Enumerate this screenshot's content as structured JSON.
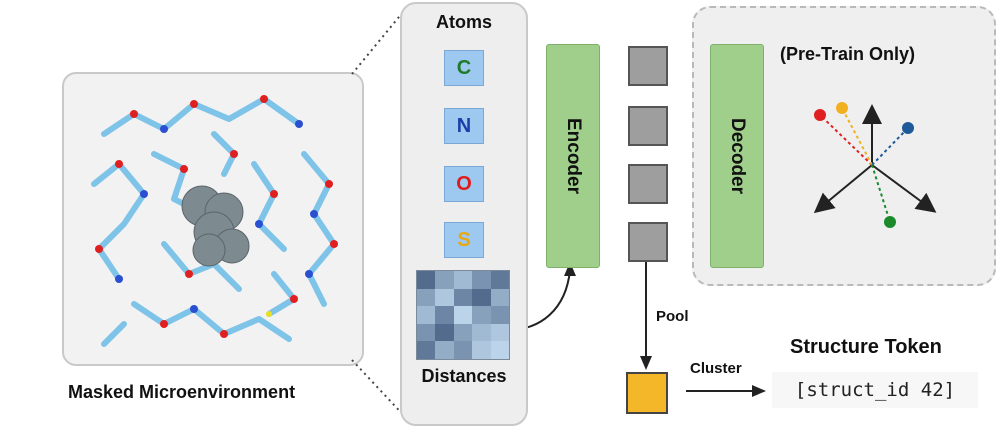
{
  "microenvironment": {
    "caption": "Masked Microenvironment"
  },
  "atoms": {
    "title": "Atoms",
    "items": [
      {
        "label": "C",
        "color": "#1f7a2a"
      },
      {
        "label": "N",
        "color": "#1b3fa8"
      },
      {
        "label": "O",
        "color": "#e01b1b"
      },
      {
        "label": "S",
        "color": "#e6a912"
      }
    ]
  },
  "distances": {
    "title": "Distances",
    "matrix": [
      [
        0.9,
        0.5,
        0.3,
        0.6,
        0.8
      ],
      [
        0.5,
        0.2,
        0.7,
        0.9,
        0.4
      ],
      [
        0.3,
        0.7,
        0.1,
        0.5,
        0.6
      ],
      [
        0.6,
        0.9,
        0.5,
        0.3,
        0.2
      ],
      [
        0.8,
        0.4,
        0.6,
        0.2,
        0.1
      ]
    ]
  },
  "encoder": {
    "label": "Encoder",
    "color": "#9fcf8a"
  },
  "decoder": {
    "label": "Decoder",
    "color": "#9fcf8a"
  },
  "pretrain": {
    "title": "(Pre-Train Only)",
    "points": [
      {
        "color": "#e02020"
      },
      {
        "color": "#f0b020"
      },
      {
        "color": "#1e5a99"
      },
      {
        "color": "#1a8a2a"
      }
    ]
  },
  "pool": {
    "label": "Pool"
  },
  "cluster": {
    "label": "Cluster"
  },
  "structure_token": {
    "title": "Structure Token",
    "code": "[struct_id 42]",
    "color": "#f5b72a"
  }
}
